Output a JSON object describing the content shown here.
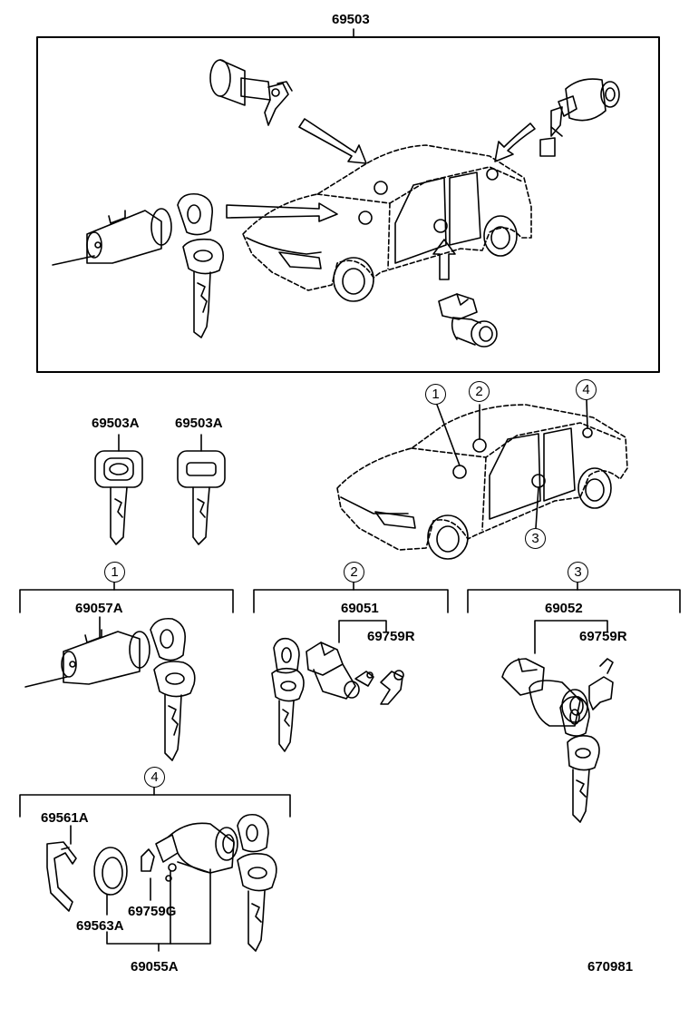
{
  "diagram": {
    "main_assembly_part": "69503",
    "key_labels": [
      "69503A",
      "69503A"
    ],
    "location_markers": [
      "1",
      "2",
      "3",
      "4"
    ],
    "groups": [
      {
        "marker": "1",
        "parts": [
          "69057A"
        ]
      },
      {
        "marker": "2",
        "parts": [
          "69051",
          "69759R"
        ]
      },
      {
        "marker": "3",
        "parts": [
          "69052",
          "69759R"
        ]
      },
      {
        "marker": "4",
        "parts": [
          "69561A",
          "69563A",
          "69759G",
          "69055A"
        ]
      }
    ],
    "illustration_number": "670981"
  },
  "colors": {
    "line": "#000000",
    "background": "#ffffff"
  },
  "icons": [
    "car-icon",
    "key-icon",
    "lock-cylinder-icon",
    "arrow-icon",
    "clip-icon",
    "ring-icon"
  ]
}
